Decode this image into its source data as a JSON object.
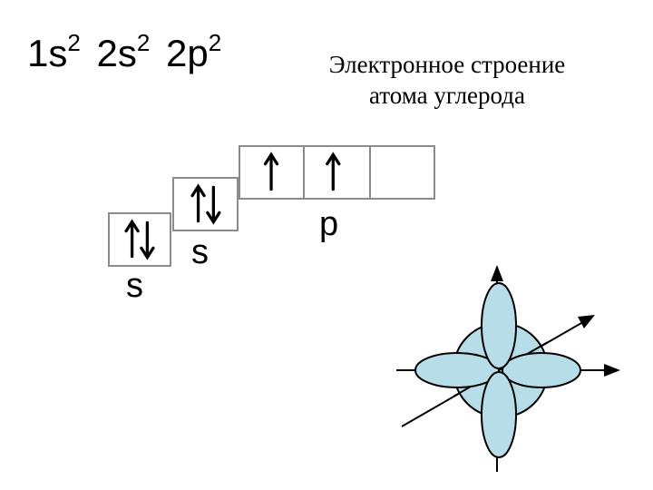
{
  "formula": {
    "t1_main": "1s",
    "t1_sup": "2",
    "t2_main": "2s",
    "t2_sup": "2",
    "t3_main": "2p",
    "t3_sup": "2"
  },
  "title": {
    "line1": "Электронное строение",
    "line2": "атома углерода"
  },
  "orbitals": {
    "s1_label": "s",
    "s2_label": "s",
    "p_label": "p"
  },
  "colors": {
    "box_border": "#8c8c8c",
    "lobe_fill": "#b7dde8",
    "outline": "#000000"
  }
}
